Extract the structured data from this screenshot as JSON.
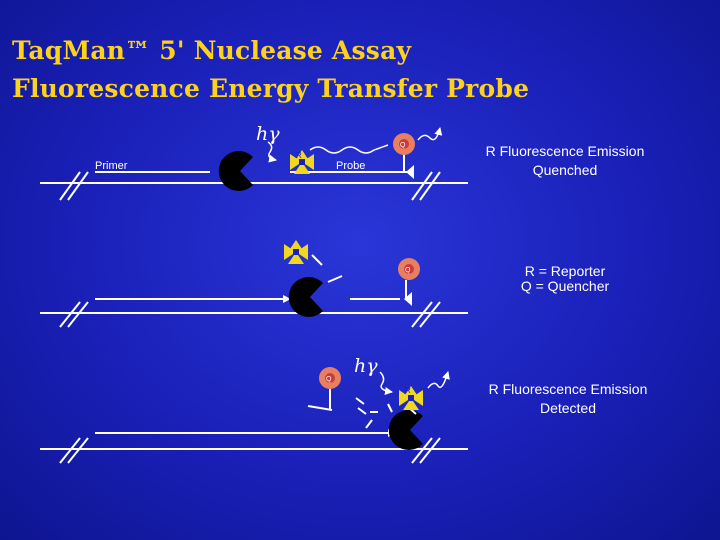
{
  "title": {
    "line1": "TaqMan™ 5' Nuclease Assay",
    "line2": "Fluorescence Energy Transfer  Probe"
  },
  "labels": {
    "primer": "Primer",
    "probe": "Probe",
    "reporter_symbol": "R",
    "quencher_symbol": "Q",
    "photon_top": "hγ",
    "photon_bottom": "hγ"
  },
  "notes": {
    "quenched_line1": "R  Fluorescence Emission",
    "quenched_line2": "Quenched",
    "legend_reporter": "R = Reporter",
    "legend_quencher": "Q = Quencher",
    "detected_line1": "R  Fluorescence Emission",
    "detected_line2": "Detected"
  },
  "colors": {
    "background": "#1a20b8",
    "title": "#ffd21a",
    "lines": "#ffffff",
    "polymerase": "#000000",
    "reporter": "#f0d820",
    "quencher_ring": "#e88060",
    "quencher_center": "#c83c3c",
    "cut_fragments": "#000000"
  },
  "icons": {
    "polymerase": "pacman-polymerase-icon",
    "reporter": "reporter-dye-icon",
    "quencher": "quencher-dye-icon",
    "photon": "wavy-photon-arrow-icon",
    "break": "double-slash-break-icon"
  }
}
